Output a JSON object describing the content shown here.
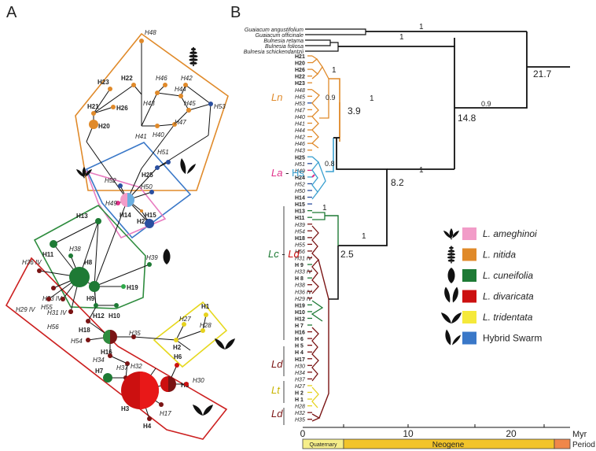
{
  "panels": {
    "a": "A",
    "b": "B"
  },
  "network": {
    "nodes": [
      {
        "label": "H48",
        "italic": true,
        "color": "#e08a2a"
      },
      {
        "label": "H23",
        "italic": false,
        "color": "#e08a2a"
      },
      {
        "label": "H22",
        "italic": false,
        "color": "#e08a2a"
      },
      {
        "label": "H46",
        "italic": true,
        "color": "#e08a2a"
      },
      {
        "label": "H42",
        "italic": true,
        "color": "#e08a2a"
      },
      {
        "label": "H26",
        "italic": false,
        "color": "#e08a2a"
      },
      {
        "label": "H43",
        "italic": true,
        "color": "#e08a2a"
      },
      {
        "label": "H44",
        "italic": true,
        "color": "#e08a2a"
      },
      {
        "label": "H21",
        "italic": false,
        "color": "#e08a2a"
      },
      {
        "label": "H20",
        "italic": false,
        "color": "#e08a2a"
      },
      {
        "label": "H41",
        "italic": true,
        "color": "#e08a2a"
      },
      {
        "label": "H40",
        "italic": true,
        "color": "#e08a2a"
      },
      {
        "label": "H47",
        "italic": true,
        "color": "#e08a2a"
      },
      {
        "label": "H45",
        "italic": true,
        "color": "#e08a2a"
      },
      {
        "label": "H53",
        "italic": true,
        "color": "#2a4fa0"
      },
      {
        "label": "H25",
        "italic": false,
        "color": "#2a4fa0"
      },
      {
        "label": "H51",
        "italic": true,
        "color": "#2a4fa0"
      },
      {
        "label": "H52",
        "italic": true,
        "color": "#2a4fa0"
      },
      {
        "label": "H50",
        "italic": true,
        "color": "#2a4fa0"
      },
      {
        "label": "H49",
        "italic": true,
        "color": "#e0308a"
      },
      {
        "label": "H14",
        "italic": false,
        "color": "#f29cc8"
      },
      {
        "label": "H24",
        "italic": false,
        "color": "#e08a2a"
      },
      {
        "label": "H15",
        "italic": false,
        "color": "#2a4fa0"
      },
      {
        "label": "H13",
        "italic": false,
        "color": "#1e7a35"
      },
      {
        "label": "H11",
        "italic": false,
        "color": "#1e7a35"
      },
      {
        "label": "H38",
        "italic": true,
        "color": "#1e7a35"
      },
      {
        "label": "H8",
        "italic": false,
        "color": "#1e7a35"
      },
      {
        "label": "H39",
        "italic": true,
        "color": "#1e7a35"
      },
      {
        "label": "H9",
        "italic": false,
        "color": "#1e7a35"
      },
      {
        "label": "H19",
        "italic": false,
        "color": "#2fa84a"
      },
      {
        "label": "H10",
        "italic": false,
        "color": "#1e7a35"
      },
      {
        "label": "H12",
        "italic": false,
        "color": "#1e7a35"
      },
      {
        "label": "H36 IV",
        "italic": true,
        "color": "#7a1414"
      },
      {
        "label": "H33 IV",
        "italic": true,
        "color": "#7a1414"
      },
      {
        "label": "H29 IV",
        "italic": true,
        "color": "#7a1414"
      },
      {
        "label": "H55",
        "italic": true,
        "color": "#7a1414"
      },
      {
        "label": "H31 IV",
        "italic": true,
        "color": "#7a1414"
      },
      {
        "label": "H56",
        "italic": true,
        "color": "#7a1414"
      },
      {
        "label": "H18",
        "italic": false,
        "color": "#7a1414"
      },
      {
        "label": "H16",
        "italic": false,
        "color": "#7a1414"
      },
      {
        "label": "H54",
        "italic": true,
        "color": "#7a1414"
      },
      {
        "label": "H35",
        "italic": true,
        "color": "#7a1414"
      },
      {
        "label": "H34",
        "italic": true,
        "color": "#7a1414"
      },
      {
        "label": "H32",
        "italic": true,
        "color": "#7a1414"
      },
      {
        "label": "H37",
        "italic": true,
        "color": "#7a1414"
      },
      {
        "label": "H7",
        "italic": false,
        "color": "#1e7a35"
      },
      {
        "label": "H6",
        "italic": false,
        "color": "#cc1010"
      },
      {
        "label": "H5",
        "italic": false,
        "color": "#7a1414"
      },
      {
        "label": "H30",
        "italic": true,
        "color": "#cc1010"
      },
      {
        "label": "H3",
        "italic": false,
        "color": "#cc1010"
      },
      {
        "label": "H17",
        "italic": true,
        "color": "#7a1414"
      },
      {
        "label": "H4",
        "italic": false,
        "color": "#7a1414"
      },
      {
        "label": "H1",
        "italic": false,
        "color": "#e6d21e"
      },
      {
        "label": "H27",
        "italic": true,
        "color": "#e6d21e"
      },
      {
        "label": "H28",
        "italic": true,
        "color": "#e6d21e"
      },
      {
        "label": "H2",
        "italic": false,
        "color": "#e6d21e"
      }
    ]
  },
  "tree": {
    "outgroup": [
      "Guaiacum angustifolium",
      "Guaiacum officinale",
      "Bulnesia retama",
      "Bulnesia foliosa",
      "Bulnesia schickendantzii"
    ],
    "taxa": [
      {
        "label": "H21",
        "italic": false,
        "color": "#e08a2a"
      },
      {
        "label": "H20",
        "italic": false,
        "color": "#e08a2a"
      },
      {
        "label": "H26",
        "italic": false,
        "color": "#e08a2a"
      },
      {
        "label": "H22",
        "italic": false,
        "color": "#e08a2a"
      },
      {
        "label": "H23",
        "italic": false,
        "color": "#e08a2a"
      },
      {
        "label": "H48",
        "italic": true,
        "color": "#e08a2a"
      },
      {
        "label": "H45",
        "italic": true,
        "color": "#e08a2a"
      },
      {
        "label": "H53",
        "italic": true,
        "color": "#2a4fa0"
      },
      {
        "label": "H47",
        "italic": true,
        "color": "#e08a2a"
      },
      {
        "label": "H40",
        "italic": true,
        "color": "#e08a2a"
      },
      {
        "label": "H41",
        "italic": true,
        "color": "#e08a2a"
      },
      {
        "label": "H44",
        "italic": true,
        "color": "#e08a2a"
      },
      {
        "label": "H42",
        "italic": true,
        "color": "#e08a2a"
      },
      {
        "label": "H46",
        "italic": true,
        "color": "#e08a2a"
      },
      {
        "label": "H43",
        "italic": true,
        "color": "#e08a2a"
      },
      {
        "label": "H25",
        "italic": false,
        "color": "#3aa0d0"
      },
      {
        "label": "H51",
        "italic": true,
        "color": "#2a4fa0"
      },
      {
        "label": "H49",
        "italic": true,
        "color": "#e0308a"
      },
      {
        "label": "H24",
        "italic": false,
        "color": "#3aa0d0"
      },
      {
        "label": "H52",
        "italic": true,
        "color": "#2a4fa0"
      },
      {
        "label": "H50",
        "italic": true,
        "color": "#2a4fa0"
      },
      {
        "label": "H14",
        "italic": false,
        "color": "#2a4fa0"
      },
      {
        "label": "H15",
        "italic": false,
        "color": "#2a4fa0"
      },
      {
        "label": "H13",
        "italic": false,
        "color": "#1e7a35"
      },
      {
        "label": "H11",
        "italic": false,
        "color": "#1e7a35"
      },
      {
        "label": "H39",
        "italic": true,
        "color": "#7a1414"
      },
      {
        "label": "H54",
        "italic": true,
        "color": "#7a1414"
      },
      {
        "label": "H18",
        "italic": false,
        "color": "#7a1414"
      },
      {
        "label": "H55",
        "italic": true,
        "color": "#7a1414"
      },
      {
        "label": "H56",
        "italic": true,
        "color": "#7a1414"
      },
      {
        "label": "H31 IV",
        "italic": true,
        "color": "#7a1414"
      },
      {
        "label": "H 9",
        "italic": false,
        "color": "#1e7a35"
      },
      {
        "label": "H33 IV",
        "italic": true,
        "color": "#7a1414"
      },
      {
        "label": "H 8",
        "italic": false,
        "color": "#1e7a35"
      },
      {
        "label": "H38",
        "italic": true,
        "color": "#7a1414"
      },
      {
        "label": "H36 IV",
        "italic": true,
        "color": "#7a1414"
      },
      {
        "label": "H29 IV",
        "italic": true,
        "color": "#7a1414"
      },
      {
        "label": "H19",
        "italic": false,
        "color": "#1e7a35"
      },
      {
        "label": "H10",
        "italic": false,
        "color": "#1e7a35"
      },
      {
        "label": "H12",
        "italic": false,
        "color": "#1e7a35"
      },
      {
        "label": "H 7",
        "italic": false,
        "color": "#1e7a35"
      },
      {
        "label": "H16",
        "italic": false,
        "color": "#7a1414"
      },
      {
        "label": "H 6",
        "italic": false,
        "color": "#7a1414"
      },
      {
        "label": "H 5",
        "italic": false,
        "color": "#7a1414"
      },
      {
        "label": "H 4",
        "italic": false,
        "color": "#7a1414"
      },
      {
        "label": "H17",
        "italic": false,
        "color": "#7a1414"
      },
      {
        "label": "H30",
        "italic": true,
        "color": "#7a1414"
      },
      {
        "label": "H34",
        "italic": true,
        "color": "#7a1414"
      },
      {
        "label": "H37",
        "italic": true,
        "color": "#7a1414"
      },
      {
        "label": "H27",
        "italic": true,
        "color": "#e6d21e"
      },
      {
        "label": "H 2",
        "italic": false,
        "color": "#e6d21e"
      },
      {
        "label": "H 1",
        "italic": false,
        "color": "#e6d21e"
      },
      {
        "label": "H28",
        "italic": true,
        "color": "#e6d21e"
      },
      {
        "label": "H32",
        "italic": true,
        "color": "#7a1414"
      },
      {
        "label": "H35",
        "italic": true,
        "color": "#7a1414"
      }
    ],
    "support": [
      {
        "text": "1"
      },
      {
        "text": "1"
      },
      {
        "text": "1"
      },
      {
        "text": "0.9"
      },
      {
        "text": "1"
      },
      {
        "text": "0.8"
      },
      {
        "text": "1"
      },
      {
        "text": "1"
      },
      {
        "text": "1"
      },
      {
        "text": "0.9"
      }
    ],
    "ages": [
      {
        "text": "21.7"
      },
      {
        "text": "14.8"
      },
      {
        "text": "3.9"
      },
      {
        "text": "8.2"
      },
      {
        "text": "2.5"
      }
    ],
    "groups": [
      {
        "parts": [
          {
            "text": "Ln",
            "color": "#e08a2a"
          }
        ]
      },
      {
        "parts": [
          {
            "text": "La",
            "color": "#e0308a"
          },
          {
            "text": " - ",
            "color": "#222"
          },
          {
            "text": "Hs",
            "color": "#3aa0d0"
          }
        ]
      },
      {
        "parts": [
          {
            "text": "Lc",
            "color": "#1e7a35"
          },
          {
            "text": " - ",
            "color": "#222"
          },
          {
            "text": "Ld",
            "color": "#cc1010"
          }
        ]
      },
      {
        "parts": [
          {
            "text": "Ld",
            "color": "#7a1414"
          }
        ]
      },
      {
        "parts": [
          {
            "text": "Lt",
            "color": "#c8b400"
          }
        ]
      },
      {
        "parts": [
          {
            "text": "Ld",
            "color": "#7a1414"
          }
        ]
      }
    ],
    "axis": {
      "ticks": [
        "0",
        "10",
        "20"
      ],
      "unit": "Myr"
    },
    "periods": {
      "quaternary": "Quaternary",
      "neogene": "Neogene",
      "label": "Period"
    }
  },
  "legend": [
    {
      "name": "L. ameghinoi",
      "color": "#f29cc8",
      "icon": "leaf-ameghinoi-icon"
    },
    {
      "name": "L. nitida",
      "color": "#e08a2a",
      "icon": "leaf-nitida-icon"
    },
    {
      "name": "L. cuneifolia",
      "color": "#1e7a35",
      "icon": "leaf-cuneifolia-icon"
    },
    {
      "name": "L. divaricata",
      "color": "#cc1010",
      "icon": "leaf-divaricata-icon"
    },
    {
      "name": "L. tridentata",
      "color": "#f5e93a",
      "icon": "leaf-tridentata-icon"
    },
    {
      "name": "Hybrid Swarm",
      "color": "#3a78c8",
      "icon": "leaf-hybrid-icon"
    }
  ]
}
